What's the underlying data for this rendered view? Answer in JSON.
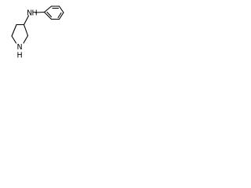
{
  "molecule": {
    "atoms": {
      "amine_nitrogen": "N",
      "amine_hydrogen": "H",
      "ring_nitrogen": "N",
      "ring_hydrogen": "H"
    }
  }
}
